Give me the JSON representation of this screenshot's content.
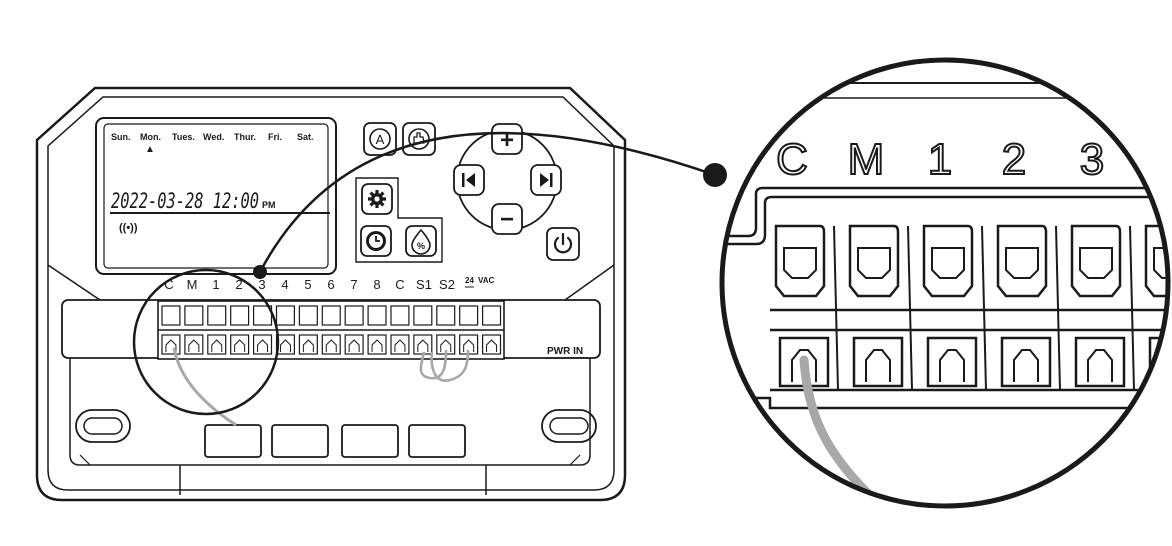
{
  "lcd": {
    "days": [
      "Sun.",
      "Mon.",
      "Tues.",
      "Wed.",
      "Thur.",
      "Fri.",
      "Sat."
    ],
    "datetime": "2022-03-28 12:00",
    "ampm": "PM",
    "wifi_symbol": "((•))",
    "selected_day_marker": "▲"
  },
  "buttons": {
    "auto": "A",
    "manual": "hand-icon",
    "settings": "gear-icon",
    "clock": "clock-icon",
    "water_budget": "%",
    "prev": "skip-back-icon",
    "next": "skip-forward-icon",
    "up": "+",
    "down": "−",
    "power": "power-icon"
  },
  "terminals": {
    "labels": [
      "C",
      "M",
      "1",
      "2",
      "3",
      "4",
      "5",
      "6",
      "7",
      "8",
      "C",
      "S1",
      "S2"
    ],
    "vac_label": "VAC",
    "vac_voltage": "24",
    "pwr_in": "PWR IN"
  },
  "zoom": {
    "labels": [
      "C",
      "M",
      "1",
      "2",
      "3"
    ]
  },
  "colors": {
    "line": "#1a1a1a",
    "wire": "#a8a8a8",
    "background": "#ffffff"
  }
}
